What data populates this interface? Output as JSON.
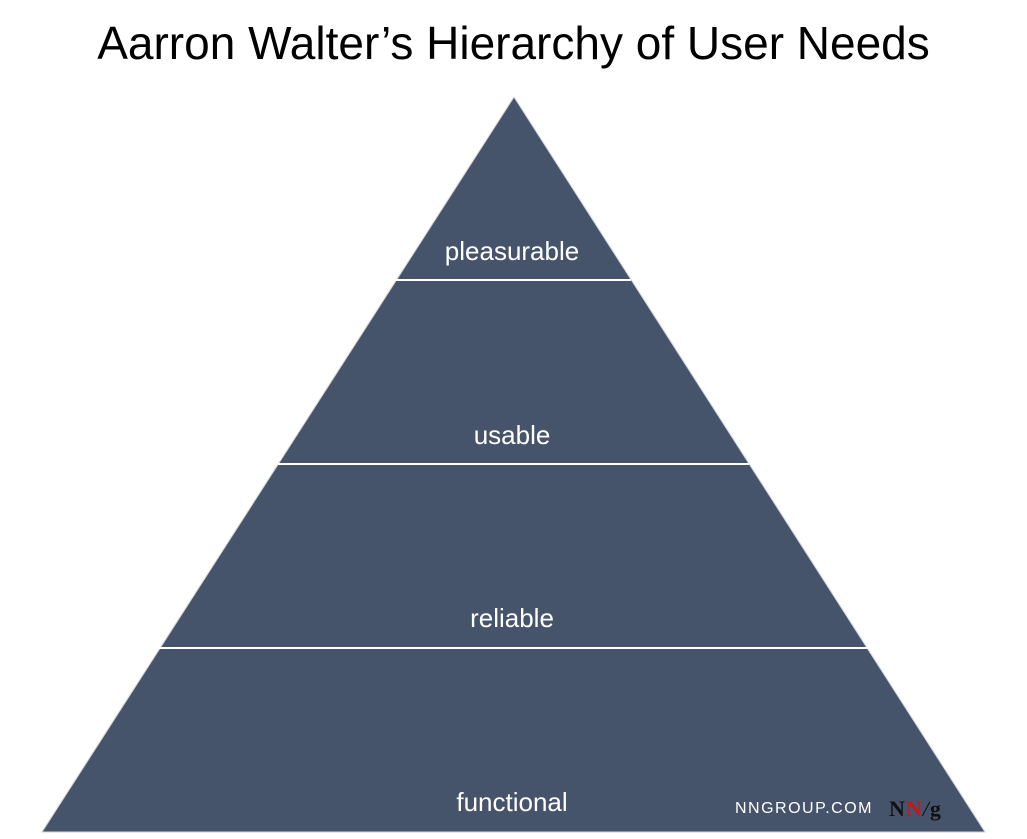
{
  "title": "Aarron Walter’s Hierarchy of User Needs",
  "pyramid": {
    "fill_color": "#46546b",
    "divider_color": "#ffffff",
    "tiers": [
      {
        "label": "pleasurable"
      },
      {
        "label": "usable"
      },
      {
        "label": "reliable"
      },
      {
        "label": "functional"
      }
    ]
  },
  "watermark": {
    "site": "NNGROUP.COM",
    "logo_n1": "N",
    "logo_n2": "N",
    "logo_slash": "/",
    "logo_g": "g"
  }
}
